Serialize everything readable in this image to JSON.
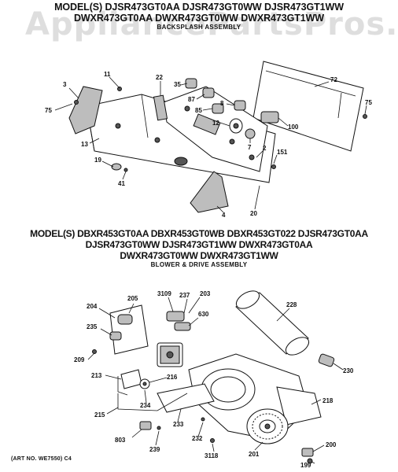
{
  "watermark": "AppliancePartsPros.com",
  "top_section": {
    "line1": "MODEL(S) DJSR473GT0AA DJSR473GT0WW DJSR473GT1WW",
    "line2": "DWXR473GT0AA DWXR473GT0WW DWXR473GT1WW",
    "subtitle": "BACKSPLASH ASSEMBLY",
    "callouts": [
      "3",
      "11",
      "75",
      "13",
      "19",
      "41",
      "22",
      "35",
      "87",
      "85",
      "12",
      "7",
      "8",
      "100",
      "72",
      "75",
      "2",
      "151",
      "4",
      "20"
    ]
  },
  "bottom_section": {
    "line1": "MODEL(S) DBXR453GT0AA DBXR453GT0WB DBXR453GT022 DJSR473GT0AA",
    "line2": "DJSR473GT0WW DJSR473GT1WW DWXR473GT0AA",
    "line3": "DWXR473GT0WW DWXR473GT1WW",
    "subtitle": "BLOWER & DRIVE ASSEMBLY",
    "callouts": [
      "204",
      "205",
      "3109",
      "237",
      "203",
      "630",
      "228",
      "235",
      "209",
      "213",
      "216",
      "234",
      "215",
      "233",
      "218",
      "230",
      "803",
      "239",
      "232",
      "3118",
      "201",
      "200",
      "199"
    ]
  },
  "footer": "(ART NO. WE7550)  C4"
}
